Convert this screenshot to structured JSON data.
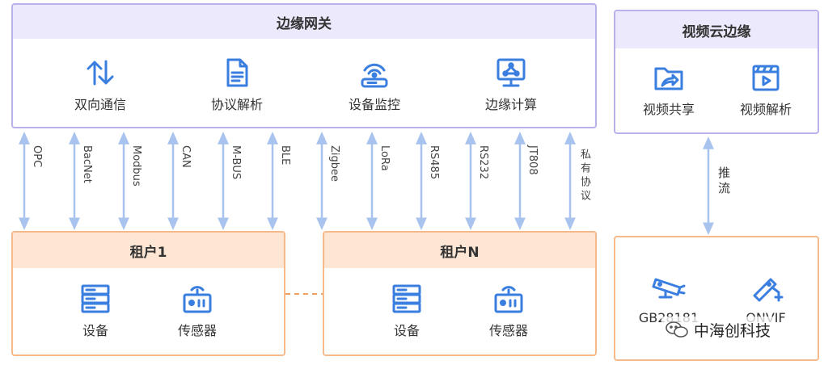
{
  "edge_gateway": {
    "title": "边缘网关",
    "items": [
      {
        "label": "双向通信",
        "icon": "bidirectional-arrows-icon"
      },
      {
        "label": "协议解析",
        "icon": "document-icon"
      },
      {
        "label": "设备监控",
        "icon": "router-icon"
      },
      {
        "label": "边缘计算",
        "icon": "monitor-network-icon"
      }
    ]
  },
  "video_cloud_edge": {
    "title": "视频云边缘",
    "items": [
      {
        "label": "视频共享",
        "icon": "folder-share-icon"
      },
      {
        "label": "视频解析",
        "icon": "video-play-icon"
      }
    ]
  },
  "protocols": [
    "OPC",
    "BacNet",
    "Modbus",
    "CAN",
    "M-BUS",
    "BLE",
    "Zigbee",
    "LoRa",
    "RS485",
    "RS232",
    "JT808",
    "私有协议"
  ],
  "push_label": "推流",
  "tenant_1": {
    "title": "租户1",
    "items": [
      {
        "label": "设备",
        "icon": "server-icon"
      },
      {
        "label": "传感器",
        "icon": "sensor-icon"
      }
    ]
  },
  "tenant_n": {
    "title": "租户N",
    "items": [
      {
        "label": "设备",
        "icon": "server-icon"
      },
      {
        "label": "传感器",
        "icon": "sensor-icon"
      }
    ]
  },
  "cameras": {
    "items": [
      {
        "label": "GB28181",
        "icon": "cctv-camera-icon"
      },
      {
        "label": "ONVIF",
        "icon": "dome-camera-icon"
      }
    ]
  },
  "watermark": "中海创科技",
  "colors": {
    "accent_blue": "#3a7fe0",
    "arrow_blue": "#a9c3ef",
    "purple_border": "#b8b2ec",
    "purple_header": "#ebe9fb",
    "orange_border": "#f5b98a",
    "orange_header": "#fde6d3",
    "dashed_orange": "#f0a060"
  }
}
